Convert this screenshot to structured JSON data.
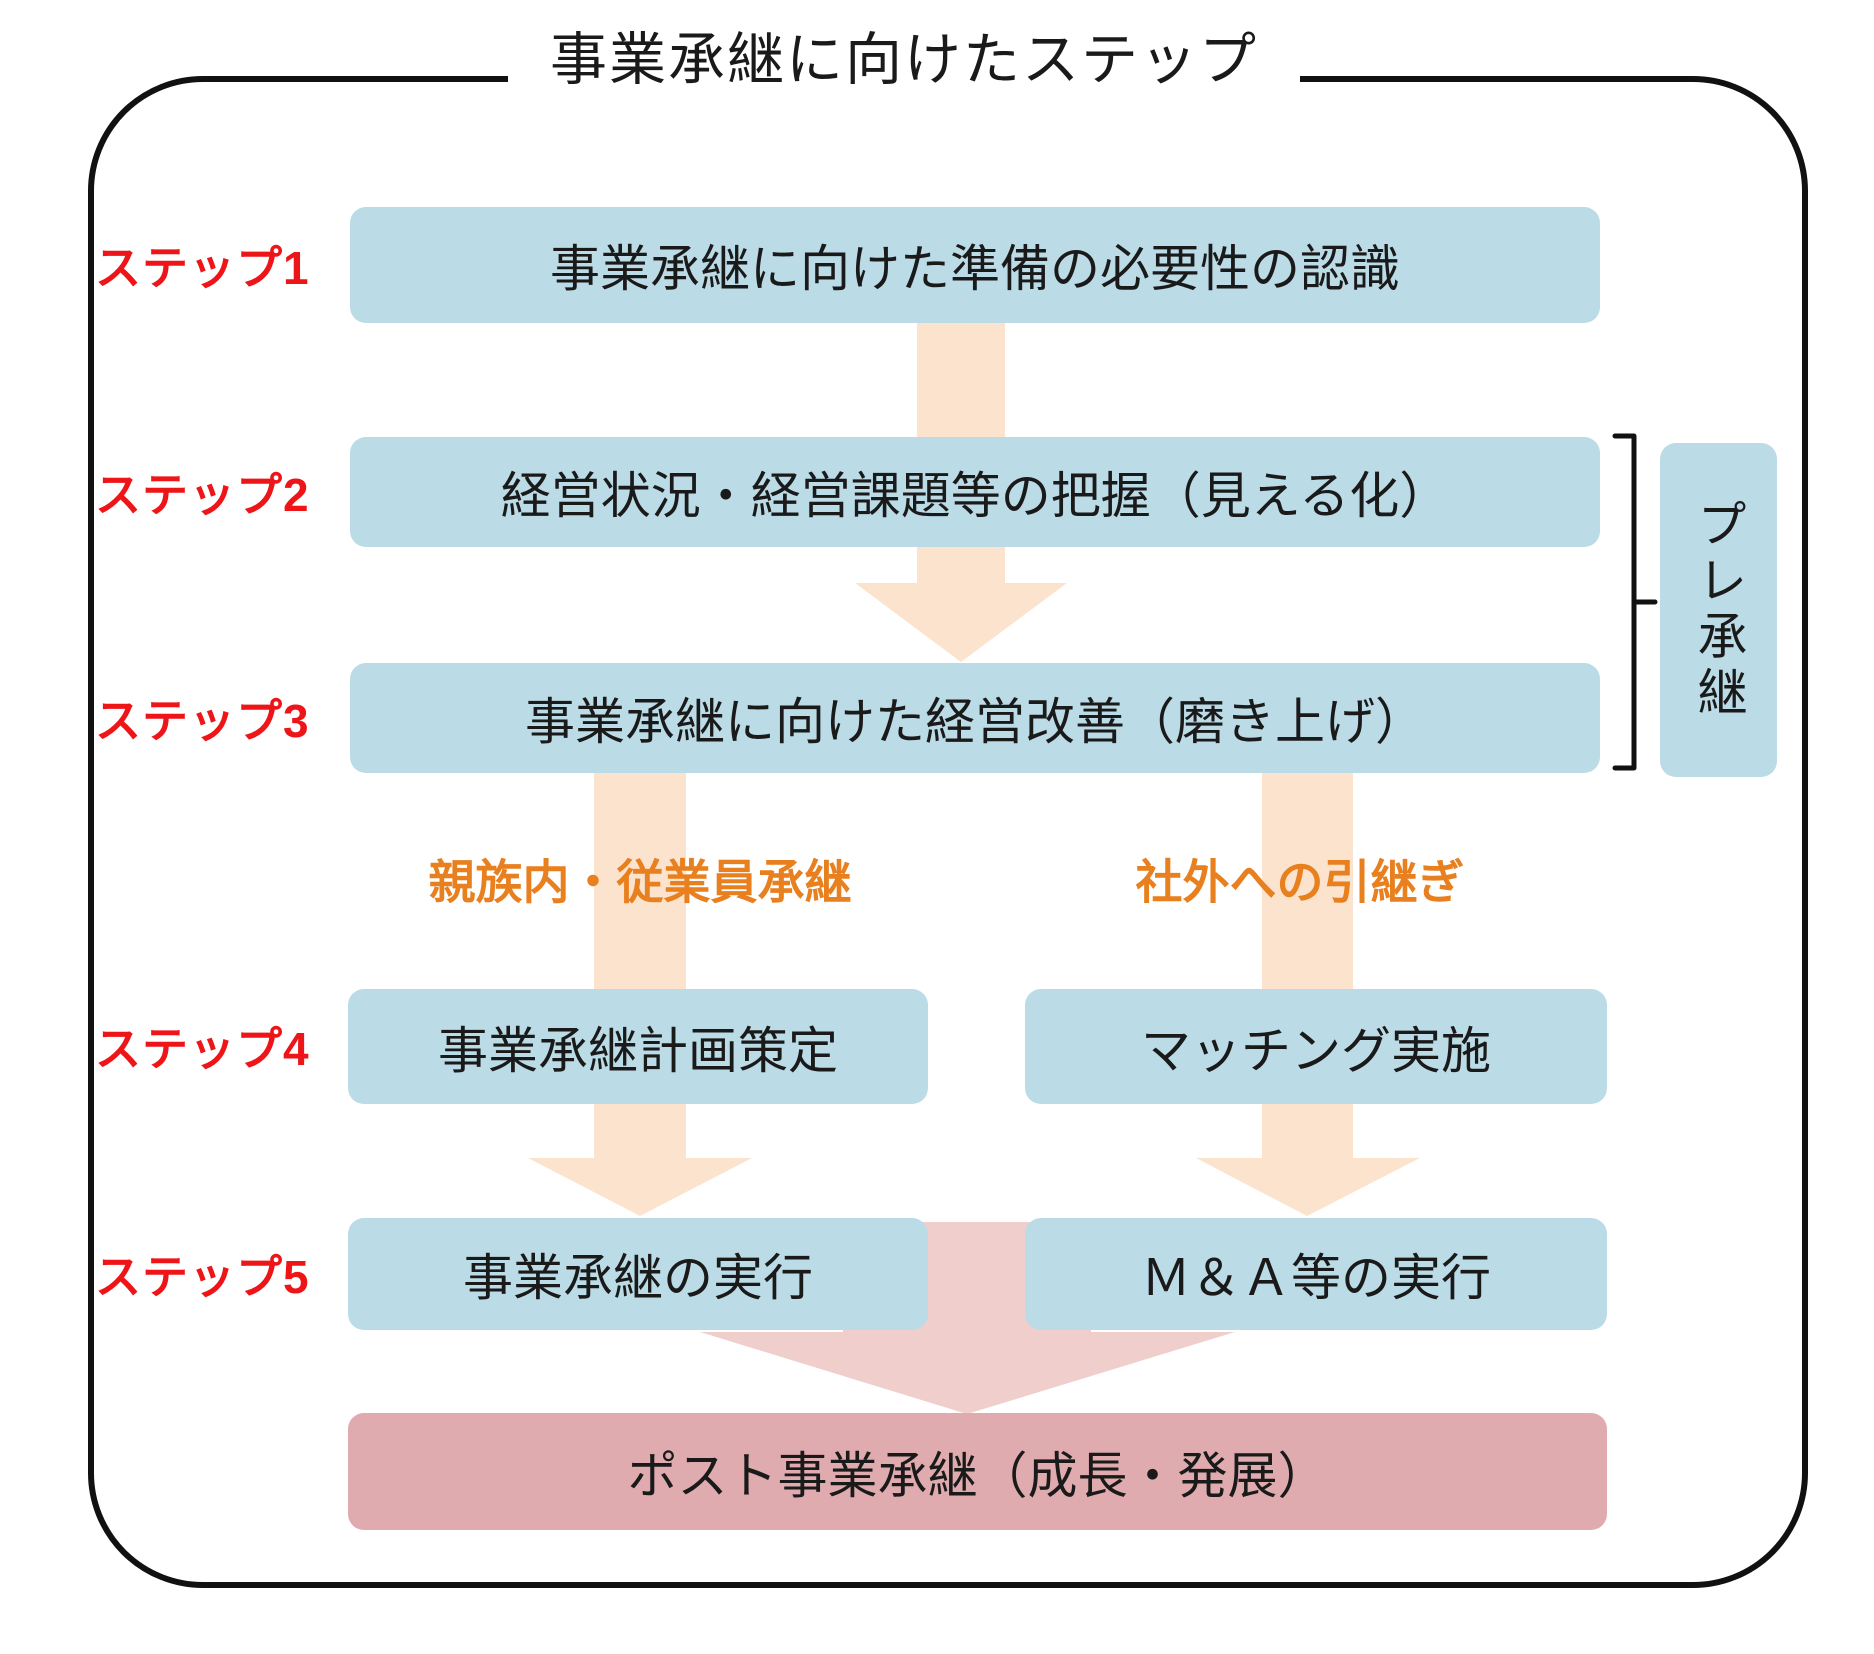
{
  "title": "事業承継に向けたステップ",
  "colors": {
    "box_blue": "#BBDBE6",
    "arrow_peach": "#FBE3CE",
    "arrow_pink": "#EFCECC",
    "final_pink": "#E0ABAE",
    "step_label_red": "#EE1519",
    "branch_orange": "#E8801F",
    "outline_black": "#111111",
    "text_black": "#1A1A1A"
  },
  "steps": [
    {
      "label": "ステップ1",
      "box": "事業承継に向けた準備の必要性の認識"
    },
    {
      "label": "ステップ2",
      "box": "経営状況・経営課題等の把握（見える化）"
    },
    {
      "label": "ステップ3",
      "box": "事業承継に向けた経営改善（磨き上げ）"
    },
    {
      "label": "ステップ4",
      "left_box": "事業承継計画策定",
      "right_box": "マッチング実施"
    },
    {
      "label": "ステップ5",
      "left_box": "事業承継の実行",
      "right_box": "Ｍ＆Ａ等の実行"
    }
  ],
  "branches": {
    "left": "親族内・従業員承継",
    "right": "社外への引継ぎ"
  },
  "side_label": "プレ承継",
  "final_box": "ポスト事業承継（成長・発展）"
}
